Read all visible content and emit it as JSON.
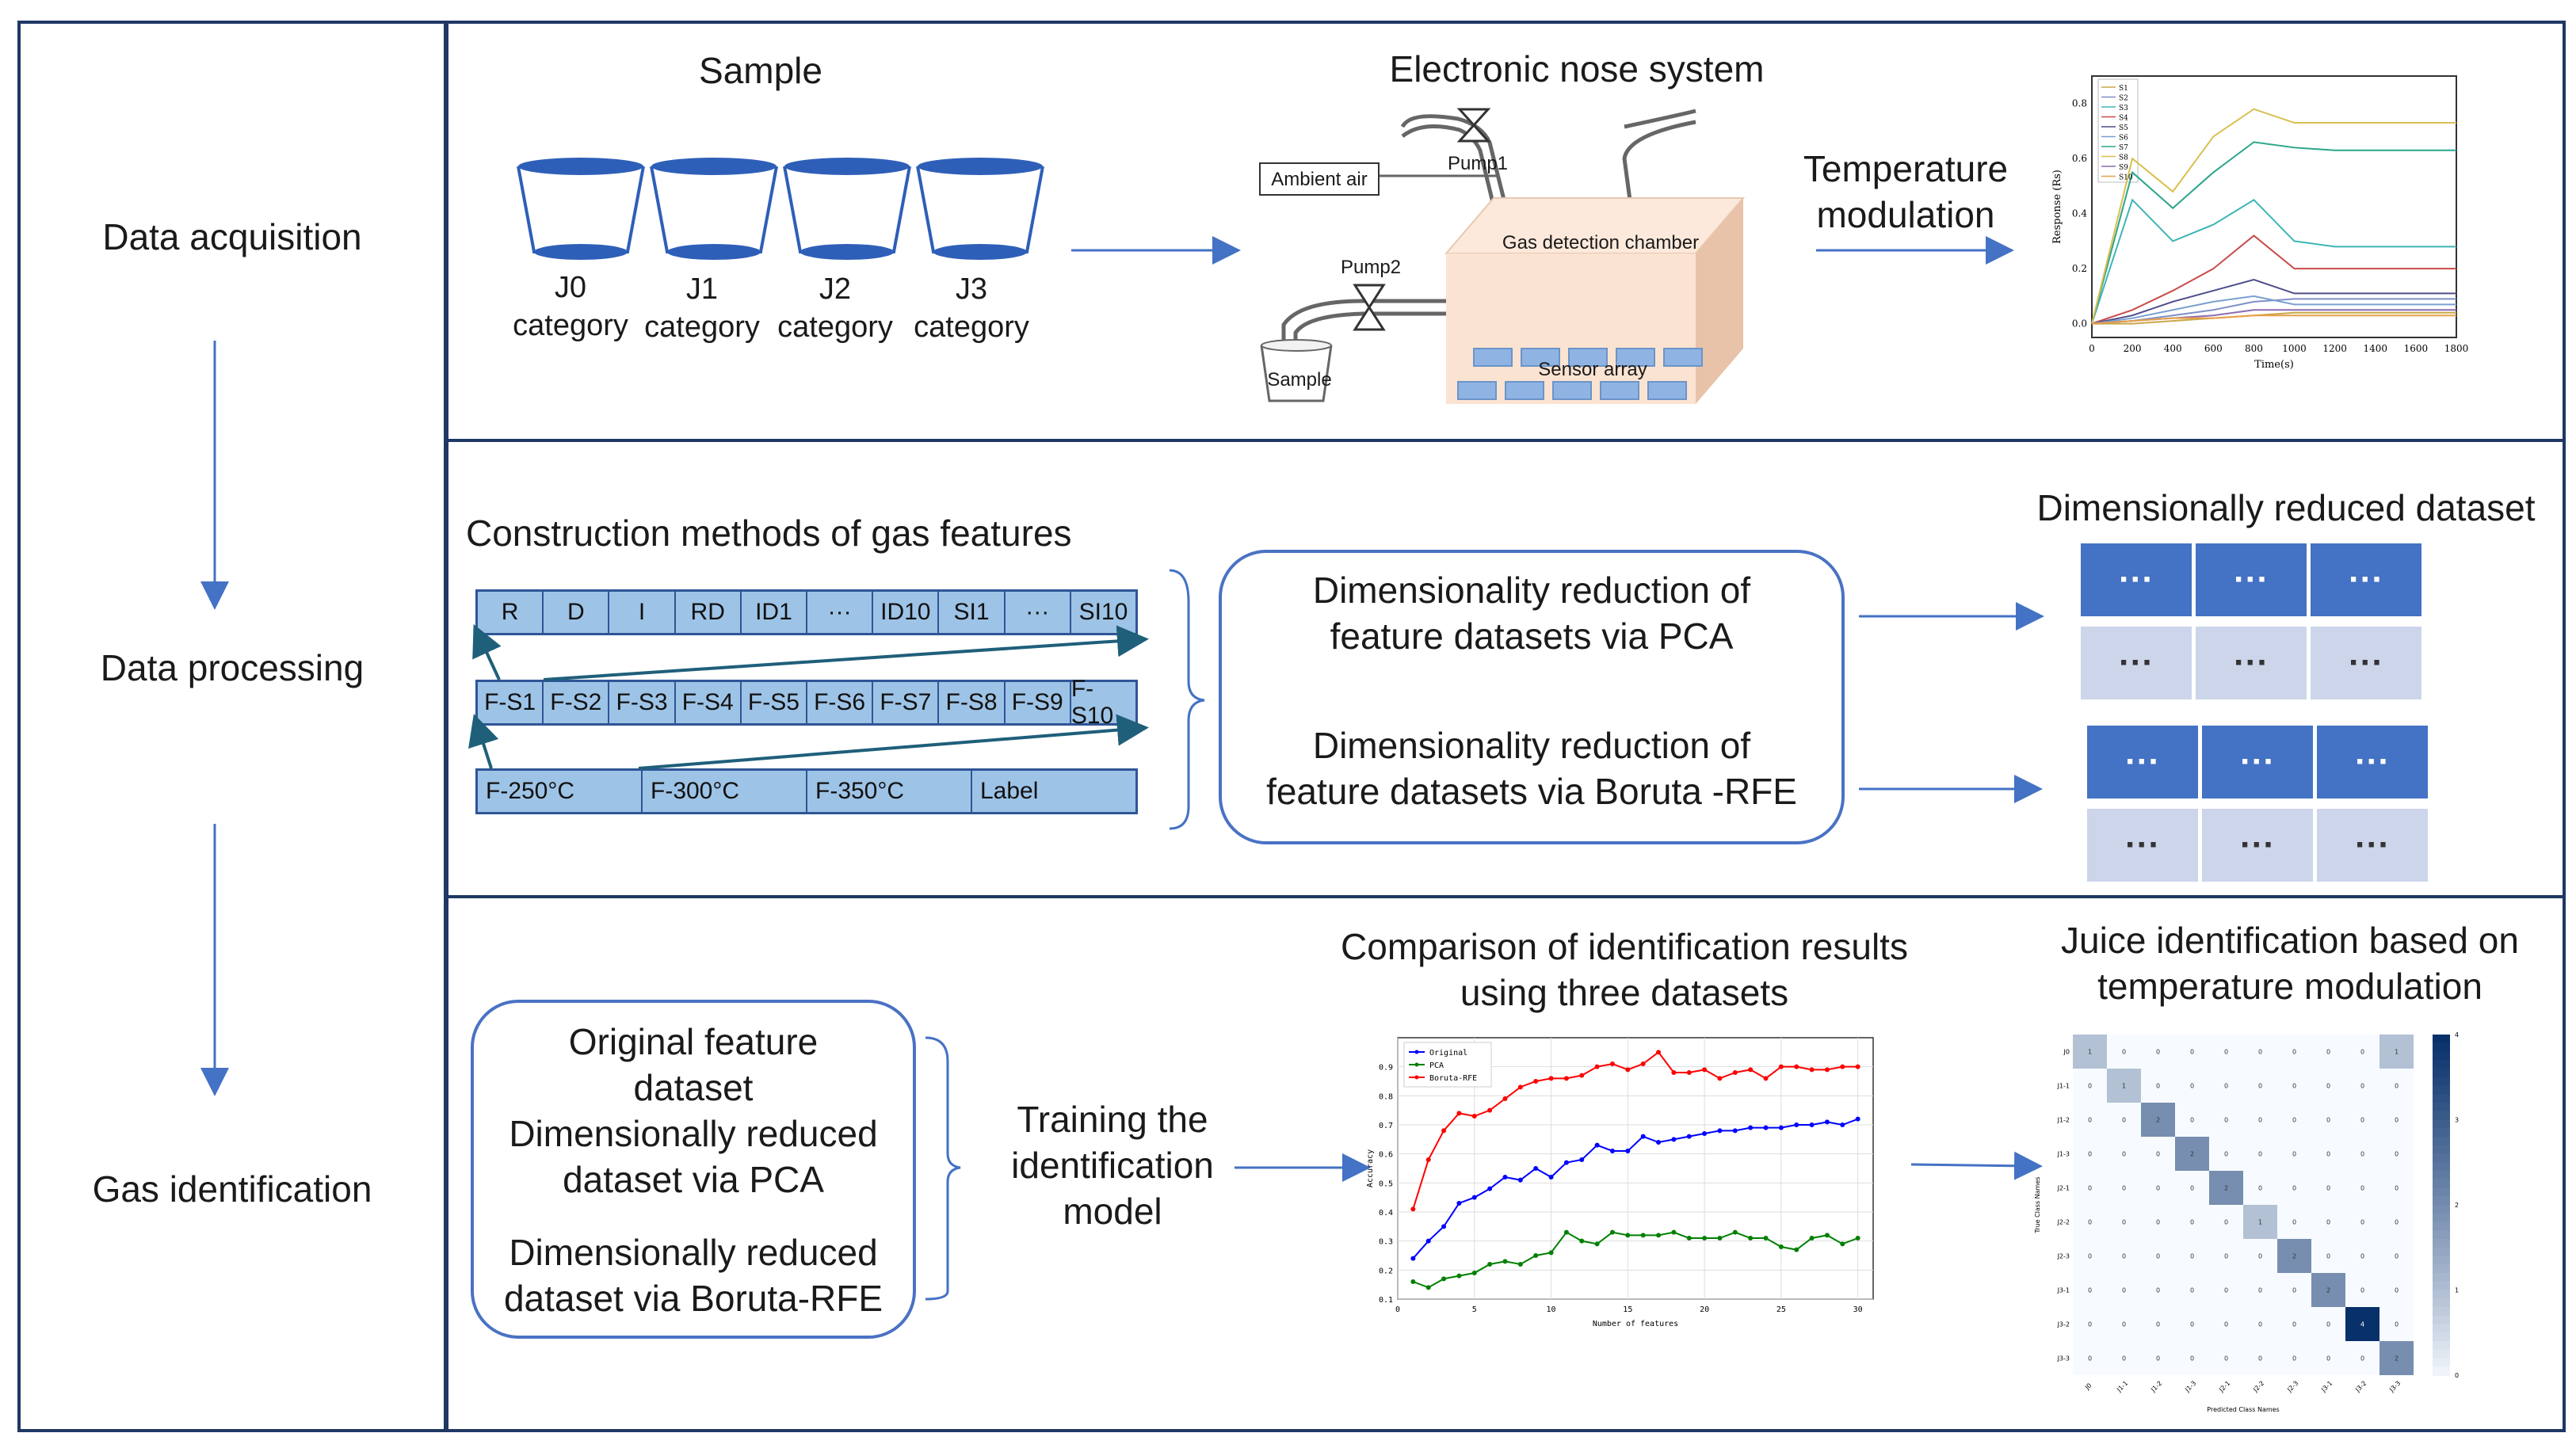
{
  "left_column": {
    "stages": [
      "Data acquisition",
      "Data processing",
      "Gas identification"
    ]
  },
  "acquisition": {
    "sample_title": "Sample",
    "categories": [
      {
        "id": "J0",
        "label": "category"
      },
      {
        "id": "J1",
        "label": "category"
      },
      {
        "id": "J2",
        "label": "category"
      },
      {
        "id": "J3",
        "label": "category"
      }
    ],
    "enose_title": "Electronic nose system",
    "ambient_air": "Ambient air",
    "pump1": "Pump1",
    "pump2": "Pump2",
    "chamber": "Gas detection chamber",
    "sensor_array": "Sensor array",
    "sample_label": "Sample",
    "temp_mod_line1": "Temperature",
    "temp_mod_line2": "modulation",
    "response_chart": {
      "ylabel": "Response (Rs)",
      "xlabel": "Time(s)",
      "legend": [
        "S1",
        "S2",
        "S3",
        "S4",
        "S5",
        "S6",
        "S7",
        "S8",
        "S9",
        "S10"
      ],
      "xticks": [
        "0",
        "200",
        "400",
        "600",
        "800",
        "1000",
        "1200",
        "1400",
        "1600",
        "1800"
      ],
      "yticks": [
        "0.0",
        "0.2",
        "0.4",
        "0.6",
        "0.8"
      ]
    }
  },
  "processing": {
    "construction_title": "Construction methods of gas features",
    "row1": [
      "R",
      "D",
      "I",
      "RD",
      "ID1",
      "···",
      "ID10",
      "SI1",
      "···",
      "SI10"
    ],
    "row2": [
      "F-S1",
      "F-S2",
      "F-S3",
      "F-S4",
      "F-S5",
      "F-S6",
      "F-S7",
      "F-S8",
      "F-S9",
      "F-S10"
    ],
    "row3": [
      "F-250°C",
      "F-300°C",
      "F-350°C",
      "Label"
    ],
    "pca_line1": "Dimensionality reduction of",
    "pca_line2": "feature datasets via PCA",
    "boruta_line1": "Dimensionality reduction of",
    "boruta_line2": "feature datasets via Boruta -RFE",
    "reduced_title": "Dimensionally  reduced dataset",
    "ellipsis": "···"
  },
  "identification": {
    "datasets": [
      "Original feature",
      "dataset",
      "Dimensionally reduced",
      "dataset via PCA",
      "Dimensionally reduced",
      "dataset via Boruta-RFE"
    ],
    "training": [
      "Training the",
      "identification",
      "model"
    ],
    "comparison_title1": "Comparison of identification results",
    "comparison_title2": "using three datasets",
    "juice_title1": "Juice identification based on",
    "juice_title2": "temperature modulation",
    "accuracy_chart": {
      "xlabel": "Number of features",
      "ylabel": "Accuracy",
      "legend": [
        "Original",
        "PCA",
        "Boruta-RFE"
      ],
      "xticks": [
        "0",
        "5",
        "10",
        "15",
        "20",
        "25",
        "30"
      ],
      "yticks": [
        "0.1",
        "0.2",
        "0.3",
        "0.4",
        "0.5",
        "0.6",
        "0.7",
        "0.8",
        "0.9"
      ]
    },
    "confusion": {
      "xlabel": "Predicted Class Names",
      "ylabel": "True Class Names",
      "labels": [
        "J0",
        "J1-1",
        "J1-2",
        "J1-3",
        "J2-1",
        "J2-2",
        "J2-3",
        "J3-1",
        "J3-2",
        "J3-3"
      ]
    }
  },
  "chart_data": [
    {
      "type": "line",
      "title": "",
      "xlabel": "Number of features",
      "ylabel": "Accuracy",
      "ylim": [
        0.1,
        1.0
      ],
      "xlim": [
        0,
        31
      ],
      "x": [
        1,
        2,
        3,
        4,
        5,
        6,
        7,
        8,
        9,
        10,
        11,
        12,
        13,
        14,
        15,
        16,
        17,
        18,
        19,
        20,
        21,
        22,
        23,
        24,
        25,
        26,
        27,
        28,
        29,
        30
      ],
      "series": [
        {
          "name": "Original",
          "color": "#0000ff",
          "values": [
            0.24,
            0.3,
            0.35,
            0.43,
            0.45,
            0.48,
            0.52,
            0.51,
            0.55,
            0.52,
            0.57,
            0.58,
            0.63,
            0.61,
            0.61,
            0.66,
            0.64,
            0.65,
            0.66,
            0.67,
            0.68,
            0.68,
            0.69,
            0.69,
            0.69,
            0.7,
            0.7,
            0.71,
            0.7,
            0.72
          ]
        },
        {
          "name": "PCA",
          "color": "#008000",
          "values": [
            0.16,
            0.14,
            0.17,
            0.18,
            0.19,
            0.22,
            0.23,
            0.22,
            0.25,
            0.26,
            0.33,
            0.3,
            0.29,
            0.33,
            0.32,
            0.32,
            0.32,
            0.33,
            0.31,
            0.31,
            0.31,
            0.33,
            0.31,
            0.31,
            0.28,
            0.27,
            0.31,
            0.32,
            0.29,
            0.31
          ]
        },
        {
          "name": "Boruta-RFE",
          "color": "#ff0000",
          "values": [
            0.41,
            0.58,
            0.68,
            0.74,
            0.73,
            0.75,
            0.79,
            0.83,
            0.85,
            0.86,
            0.86,
            0.87,
            0.9,
            0.91,
            0.89,
            0.91,
            0.95,
            0.88,
            0.88,
            0.89,
            0.86,
            0.88,
            0.89,
            0.86,
            0.9,
            0.9,
            0.89,
            0.89,
            0.9,
            0.9
          ]
        }
      ]
    },
    {
      "type": "heatmap",
      "title": "",
      "xlabel": "Predicted Class Names",
      "ylabel": "True Class Names",
      "categories": [
        "J0",
        "J1-1",
        "J1-2",
        "J1-3",
        "J2-1",
        "J2-2",
        "J2-3",
        "J3-1",
        "J3-2",
        "J3-3"
      ],
      "values": [
        [
          1,
          0,
          0,
          0,
          0,
          0,
          0,
          0,
          0,
          1
        ],
        [
          0,
          1,
          0,
          0,
          0,
          0,
          0,
          0,
          0,
          0
        ],
        [
          0,
          0,
          2,
          0,
          0,
          0,
          0,
          0,
          0,
          0
        ],
        [
          0,
          0,
          0,
          2,
          0,
          0,
          0,
          0,
          0,
          0
        ],
        [
          0,
          0,
          0,
          0,
          2,
          0,
          0,
          0,
          0,
          0
        ],
        [
          0,
          0,
          0,
          0,
          0,
          1,
          0,
          0,
          0,
          0
        ],
        [
          0,
          0,
          0,
          0,
          0,
          0,
          2,
          0,
          0,
          0
        ],
        [
          0,
          0,
          0,
          0,
          0,
          0,
          0,
          2,
          0,
          0
        ],
        [
          0,
          0,
          0,
          0,
          0,
          0,
          0,
          0,
          4,
          0
        ],
        [
          0,
          0,
          0,
          0,
          0,
          0,
          0,
          0,
          0,
          2
        ]
      ],
      "colorbar_range": [
        0,
        4
      ]
    },
    {
      "type": "line",
      "title": "",
      "xlabel": "Time(s)",
      "ylabel": "Response (Rs)",
      "xlim": [
        0,
        1800
      ],
      "ylim": [
        -0.05,
        0.9
      ],
      "series": [
        {
          "name": "S1",
          "color": "#c8a84a",
          "values": [
            0,
            0,
            0.01,
            0.02,
            0.03,
            0.04,
            0.04,
            0.04,
            0.04,
            0.04
          ]
        },
        {
          "name": "S2",
          "color": "#7f8fc7",
          "values": [
            0,
            0.01,
            0.03,
            0.05,
            0.08,
            0.09,
            0.09,
            0.09,
            0.09,
            0.09
          ]
        },
        {
          "name": "S3",
          "color": "#3fb5b5",
          "values": [
            0,
            0.45,
            0.3,
            0.36,
            0.45,
            0.3,
            0.28,
            0.28,
            0.28,
            0.28
          ]
        },
        {
          "name": "S4",
          "color": "#c94b4b",
          "values": [
            0,
            0.05,
            0.12,
            0.2,
            0.32,
            0.2,
            0.2,
            0.2,
            0.2,
            0.2
          ]
        },
        {
          "name": "S5",
          "color": "#4d4d8a",
          "values": [
            0,
            0.03,
            0.08,
            0.12,
            0.16,
            0.11,
            0.11,
            0.11,
            0.11,
            0.11
          ]
        },
        {
          "name": "S6",
          "color": "#7aa0d0",
          "values": [
            0,
            0.02,
            0.05,
            0.08,
            0.1,
            0.07,
            0.07,
            0.07,
            0.07,
            0.07
          ]
        },
        {
          "name": "S7",
          "color": "#2aa58a",
          "values": [
            0,
            0.55,
            0.42,
            0.55,
            0.66,
            0.64,
            0.63,
            0.63,
            0.63,
            0.63
          ]
        },
        {
          "name": "S8",
          "color": "#d8c050",
          "values": [
            0,
            0.6,
            0.48,
            0.68,
            0.78,
            0.73,
            0.73,
            0.73,
            0.73,
            0.73
          ]
        },
        {
          "name": "S9",
          "color": "#8c6bb0",
          "values": [
            0,
            0.01,
            0.02,
            0.03,
            0.05,
            0.05,
            0.05,
            0.05,
            0.05,
            0.05
          ]
        },
        {
          "name": "S10",
          "color": "#e7a048",
          "values": [
            0,
            0.01,
            0.02,
            0.02,
            0.03,
            0.03,
            0.03,
            0.03,
            0.03,
            0.03
          ]
        }
      ],
      "x": [
        0,
        200,
        400,
        600,
        800,
        1000,
        1200,
        1400,
        1600,
        1800
      ]
    }
  ],
  "colors": {
    "frame": "#1f3864",
    "arrow": "#4472c4",
    "rounded_box": "#4a72c4",
    "feature_bar": "#9dc3e6",
    "cell_dark": "#4472c4",
    "cell_light": "#ccd5ea",
    "chamber_front": "#fbe3d2",
    "sensor": "#8fb4e3",
    "cup": "#2e5fb8"
  }
}
